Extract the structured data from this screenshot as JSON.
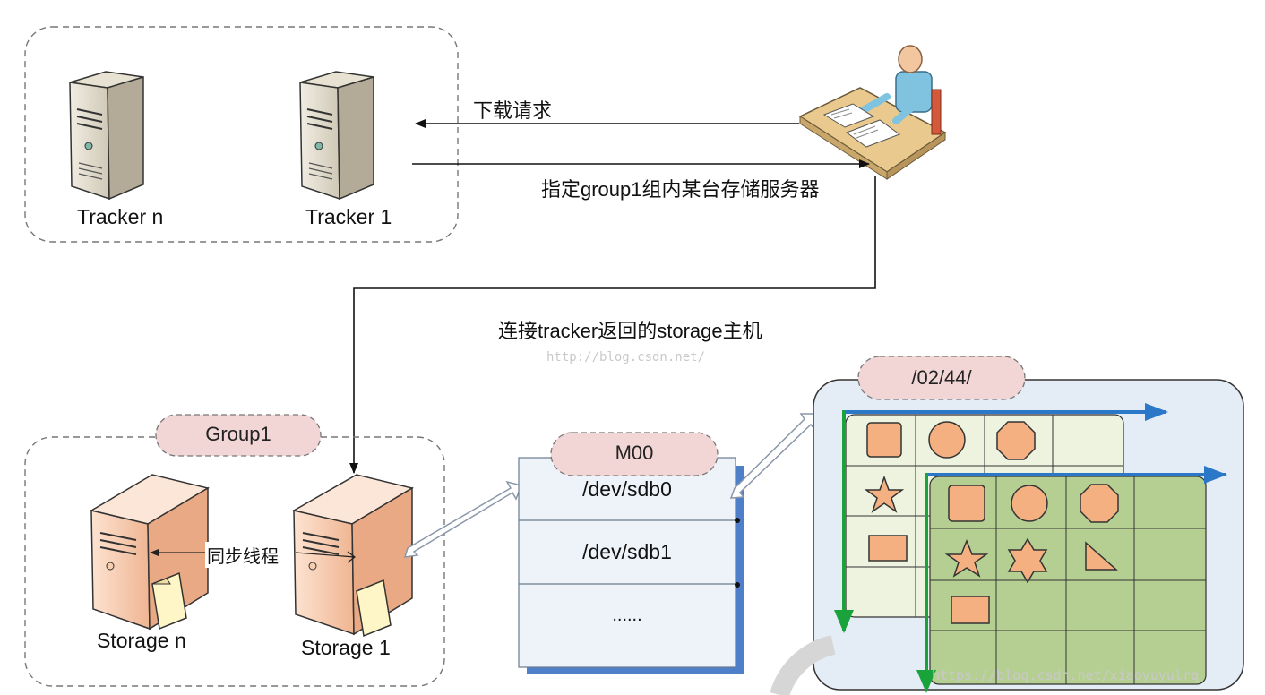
{
  "trackers": {
    "tracker_n_label": "Tracker n",
    "tracker_1_label": "Tracker 1"
  },
  "flow": {
    "download_request": "下载请求",
    "assign_server": "指定group1组内某台存储服务器",
    "connect_storage": "连接tracker返回的storage主机"
  },
  "group": {
    "name": "Group1",
    "storage_n_label": "Storage n",
    "storage_1_label": "Storage 1",
    "sync_label": "同步线程"
  },
  "volume": {
    "name": "M00",
    "rows": [
      "/dev/sdb0",
      "/dev/sdb1",
      "......"
    ]
  },
  "directory": {
    "path": "/02/44/"
  },
  "watermarks": {
    "center": "http://blog.csdn.net/",
    "bottom": "https://blog.csdn.net/xiaoyuyulrq"
  },
  "colors": {
    "storage_peach": "#f9d3bb",
    "pill_pink": "#f2d6d6",
    "volume_blue": "#4f7fc9",
    "grid_green": "#b5cf92",
    "grid_light": "#eef3df",
    "arrow_blue": "#2a78c7",
    "arrow_green": "#1aa33b",
    "shape_orange": "#f4b080"
  }
}
